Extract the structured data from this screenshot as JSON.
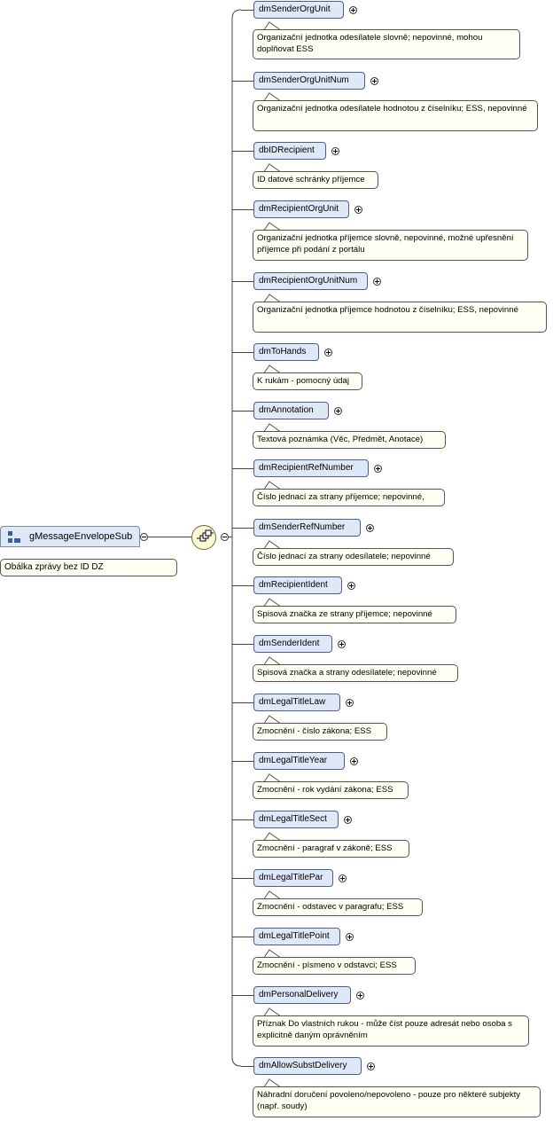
{
  "group": {
    "name": "gMessageEnvelopeSub",
    "documentation": "Obálka zprávy bez ID DZ"
  },
  "elements": [
    {
      "name": "dmSenderOrgUnit",
      "doc": "Organizační jednotka odesílatele slovně; nepovinné, mohou doplňovat ESS"
    },
    {
      "name": "dmSenderOrgUnitNum",
      "doc": "Organizační jednotka odesílatele hodnotou z číselníku; ESS, nepovinné"
    },
    {
      "name": "dbIDRecipient",
      "doc": "ID datové schránky příjemce"
    },
    {
      "name": "dmRecipientOrgUnit",
      "doc": "Organizační jednotka příjemce slovně, nepovinné, možné upřesnění příjemce při podání z portálu"
    },
    {
      "name": "dmRecipientOrgUnitNum",
      "doc": "Organizační jednotka příjemce hodnotou z číselníku; ESS, nepovinné"
    },
    {
      "name": "dmToHands",
      "doc": "K rukám - pomocný údaj"
    },
    {
      "name": "dmAnnotation",
      "doc": "Textová poznámka (Věc, Předmět, Anotace)"
    },
    {
      "name": "dmRecipientRefNumber",
      "doc": "Číslo jednací za strany příjemce; nepovinné,"
    },
    {
      "name": "dmSenderRefNumber",
      "doc": "Číslo jednací za strany odesílatele; nepovinné"
    },
    {
      "name": "dmRecipientIdent",
      "doc": "Spisová značka ze strany příjemce; nepovinné"
    },
    {
      "name": "dmSenderIdent",
      "doc": "Spisová značka a strany odesílatele; nepovinné"
    },
    {
      "name": "dmLegalTitleLaw",
      "doc": "Zmocnění - číslo zákona; ESS"
    },
    {
      "name": "dmLegalTitleYear",
      "doc": "Zmocnění - rok vydání zákona; ESS"
    },
    {
      "name": "dmLegalTitleSect",
      "doc": "Zmocnění - paragraf v zákoně; ESS"
    },
    {
      "name": "dmLegalTitlePar",
      "doc": "Zmocnění - odstavec v paragrafu; ESS"
    },
    {
      "name": "dmLegalTitlePoint",
      "doc": "Zmocnění - písmeno v odstavci; ESS"
    },
    {
      "name": "dmPersonalDelivery",
      "doc": "Příznak Do vlastních rukou - může číst pouze adresát nebo osoba s explicitně daným oprávněním"
    },
    {
      "name": "dmAllowSubstDelivery",
      "doc": "Náhradní doručení povoleno/nepovoleno - pouze pro některé subjekty (např. soudy)"
    }
  ]
}
